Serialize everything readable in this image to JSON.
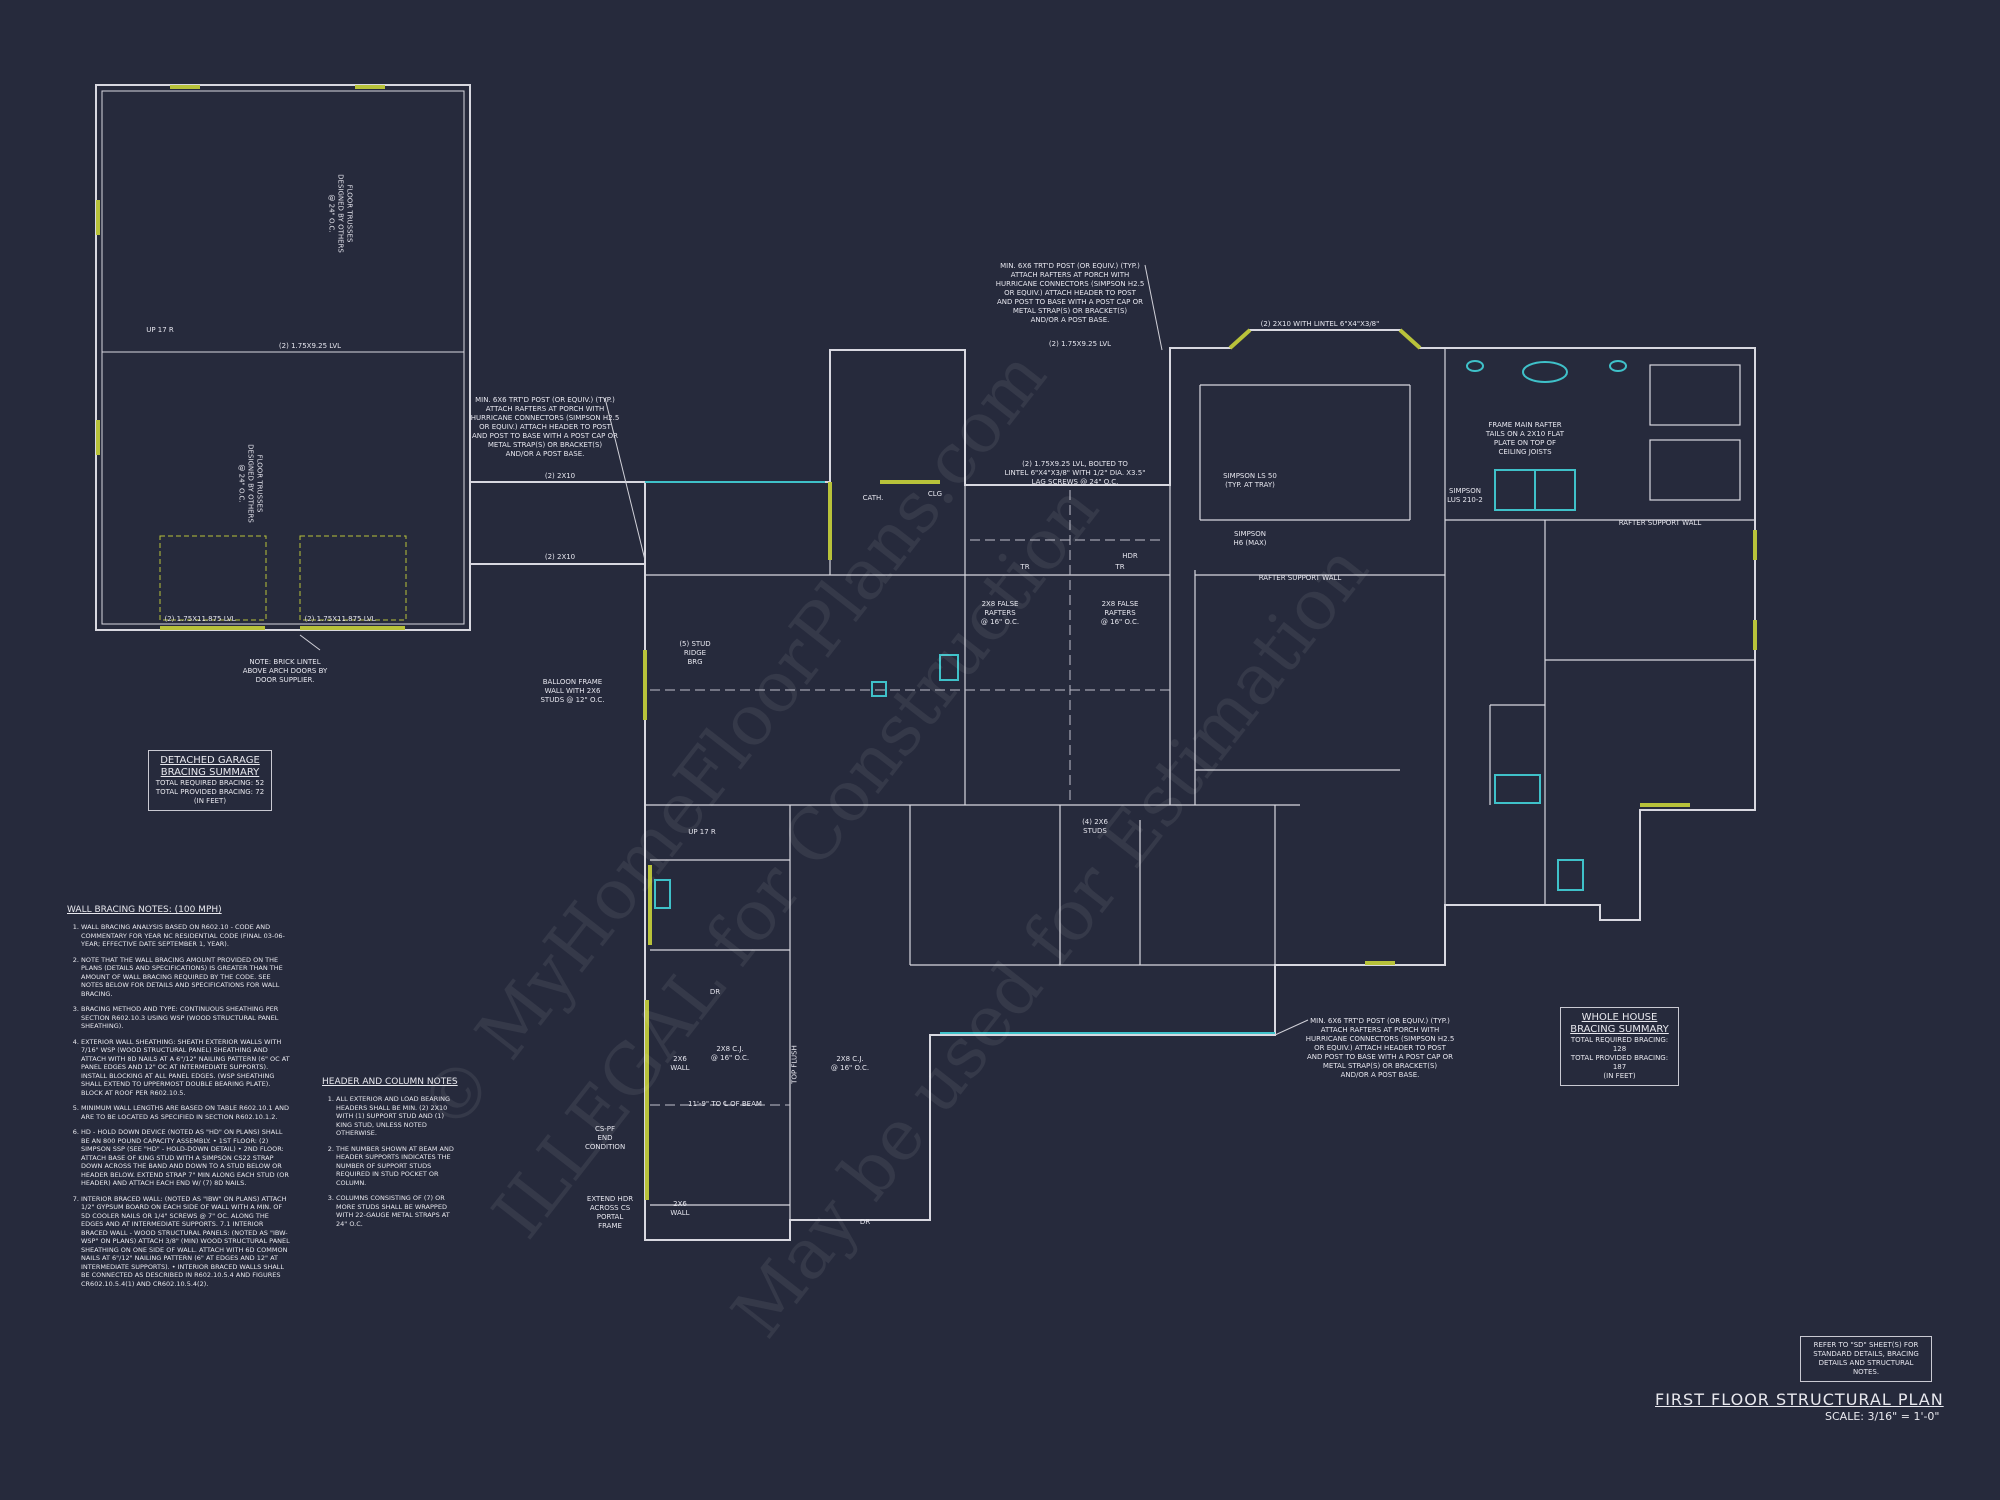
{
  "sheet": {
    "title": "FIRST FLOOR STRUCTURAL PLAN",
    "scale": "SCALE: 3/16\" = 1'-0\"",
    "refer_note": "REFER TO \"SD\" SHEET(S) FOR\nSTANDARD DETAILS, BRACING\nDETAILS AND STRUCTURAL NOTES."
  },
  "watermark": {
    "line1": "© MyHomeFloorPlans.com",
    "line2": "ILLEGAL for Construction",
    "line3": "May be used for Estimation"
  },
  "colors": {
    "background": "#262a3c",
    "walls": "#d8d8e0",
    "braced_wall": "#b8c23a",
    "fixtures": "#3fc1c9"
  },
  "garage_summary": {
    "heading1": "DETACHED GARAGE",
    "heading2": "BRACING SUMMARY",
    "required": "TOTAL REQUIRED BRACING: 52",
    "provided": "TOTAL PROVIDED BRACING: 72",
    "units": "(IN FEET)"
  },
  "house_summary": {
    "heading1": "WHOLE HOUSE",
    "heading2": "BRACING SUMMARY",
    "required": "TOTAL REQUIRED BRACING: 128",
    "provided": "TOTAL PROVIDED BRACING: 187",
    "units": "(IN FEET)"
  },
  "wall_bracing_notes": {
    "title": "WALL BRACING NOTES: (100 MPH)",
    "items": [
      "WALL BRACING ANALYSIS BASED ON R602.10 - CODE AND COMMENTARY FOR YEAR NC RESIDENTIAL CODE (FINAL 03-06-YEAR; EFFECTIVE DATE SEPTEMBER 1, YEAR).",
      "NOTE THAT THE WALL BRACING AMOUNT PROVIDED ON THE PLANS (DETAILS AND SPECIFICATIONS) IS GREATER THAN THE AMOUNT OF WALL BRACING REQUIRED BY THE CODE. SEE NOTES BELOW FOR DETAILS AND SPECIFICATIONS FOR WALL BRACING.",
      "BRACING METHOD AND TYPE: CONTINUOUS SHEATHING PER SECTION R602.10.3 USING WSP (WOOD STRUCTURAL PANEL SHEATHING).",
      "EXTERIOR WALL SHEATHING: SHEATH EXTERIOR WALLS WITH 7/16\" WSP (WOOD STRUCTURAL PANEL) SHEATHING AND ATTACH WITH 8d NAILS AT A 6\"/12\" NAILING PATTERN (6\" OC AT PANEL EDGES AND 12\" OC AT INTERMEDIATE SUPPORTS). INSTALL BLOCKING AT ALL PANEL EDGES. (WSP SHEATHING SHALL EXTEND TO UPPERMOST DOUBLE BEARING PLATE). BLOCK AT ROOF PER R602.10.5.",
      "MINIMUM WALL LENGTHS ARE BASED ON TABLE R602.10.1 AND ARE TO BE LOCATED AS SPECIFIED IN SECTION R602.10.1.2.",
      "HD - HOLD DOWN DEVICE (NOTED AS \"HD\" ON PLANS) SHALL BE AN 800 POUND CAPACITY ASSEMBLY. • 1ST FLOOR: (2) SIMPSON SSP (SEE \"HD\" - HOLD-DOWN DETAIL) • 2ND FLOOR: ATTACH BASE OF KING STUD WITH A SIMPSON CS22 STRAP DOWN ACROSS THE BAND AND DOWN TO A STUD BELOW OR HEADER BELOW. EXTEND STRAP 7\" MIN ALONG EACH STUD (OR HEADER) AND ATTACH EACH END W/ (7) 8d NAILS.",
      "INTERIOR BRACED WALL: (NOTED AS \"IBW\" ON PLANS) ATTACH 1/2\" GYPSUM BOARD ON EACH SIDE OF WALL WITH A MIN. OF 5d COOLER NAILS OR 1/4\" SCREWS @ 7\" OC. ALONG THE EDGES AND AT INTERMEDIATE SUPPORTS. 7.1 INTERIOR BRACED WALL - WOOD STRUCTURAL PANELS: (NOTED AS \"IBW-WSP\" ON PLANS) ATTACH 3/8\" (MIN) WOOD STRUCTURAL PANEL SHEATHING ON ONE SIDE OF WALL. ATTACH WITH 6d COMMON NAILS AT 6\"/12\" NAILING PATTERN (6\" AT EDGES AND 12\" AT INTERMEDIATE SUPPORTS). • INTERIOR BRACED WALLS SHALL BE CONNECTED AS DESCRIBED IN R602.10.5.4 AND FIGURES CR602.10.5.4(1) AND CR602.10.5.4(2)."
    ]
  },
  "header_column_notes": {
    "title": "HEADER AND COLUMN NOTES",
    "items": [
      "ALL EXTERIOR AND LOAD BEARING HEADERS SHALL BE MIN. (2) 2x10 WITH (1) SUPPORT STUD AND (1) KING STUD, UNLESS NOTED OTHERWISE.",
      "THE NUMBER SHOWN AT BEAM AND HEADER SUPPORTS INDICATES THE NUMBER OF SUPPORT STUDS REQUIRED IN STUD POCKET OR COLUMN.",
      "COLUMNS CONSISTING OF (7) OR MORE STUDS SHALL BE WRAPPED WITH 22-GAUGE METAL STRAPS AT 24\" O.C."
    ]
  },
  "callouts": {
    "porch_post": "MIN. 6x6 TRT'D POST (OR EQUIV.) (TYP.)\nATTACH RAFTERS AT PORCH WITH\nHURRICANE CONNECTORS (SIMPSON H2.5\nOR EQUIV.) ATTACH HEADER TO POST\nAND POST TO BASE WITH A POST CAP OR\nMETAL STRAP(S) OR BRACKET(S)\nAND/OR A POST BASE.",
    "brick_lintel": "NOTE: BRICK LINTEL\nABOVE ARCH DOORS BY\nDOOR SUPPLIER.",
    "balloon_frame": "BALLOON FRAME\nWALL WITH 2x6\nSTUDS @ 12\" O.C.",
    "frame_rafter": "FRAME MAIN RAFTER\nTAILS ON A 2x10 FLAT\nPLATE ON TOP OF\nCEILING JOISTS",
    "extend_hdr": "EXTEND HDR\nACROSS CS\nPORTAL FRAME",
    "cs_pf": "CS-PF\nEND\nCONDITION",
    "floor_trusses": "FLOOR TRUSSES\nDESIGNED BY OTHERS\n@ 24\" O.C.",
    "lintel": "(2) 1.75x9.25 LVL, BOLTED TO\nLINTEL 6\"x4\"x3/8\" WITH 1/2\" DIA. x3.5\"\nLAG SCREWS @ 24\" O.C.",
    "simpson_ls50": "SIMPSON LS 50\n(TYP. AT TRAY)",
    "simpson_lus": "SIMPSON\nLUS 210-2",
    "simpson_h6": "SIMPSON\nH6 (MAX)",
    "hdr_2x10_lintel": "(2) 2x10 WITH LINTEL 6\"x4\"x3/8\"",
    "lvl_1": "(2) 1.75x9.25 LVL",
    "lvl_2": "(2) 1.75x11.875 LVL",
    "hdr_2x10": "(2) 2x10",
    "rafter_support_wall": "RAFTER SUPPORT WALL",
    "false_rafters": "2x8 FALSE\nRAFTERS\n@ 16\" O.C.",
    "cj_16": "2x8 C.J.\n@ 16\" O.C.",
    "stud_ridge": "(5) STUD\nRIDGE\nBRG",
    "studs_4": "(4) 2x6\nSTUDS",
    "beam_label": "11'-9\" TO ℄ OF BEAM",
    "top_flush": "TOP FLUSH",
    "dr": "DR",
    "tr": "TR",
    "hdr": "HDR",
    "cath": "CATH.",
    "clg": "CLG",
    "wall_2x6": "2x6\nWALL",
    "up_stair": "UP 17 R"
  }
}
